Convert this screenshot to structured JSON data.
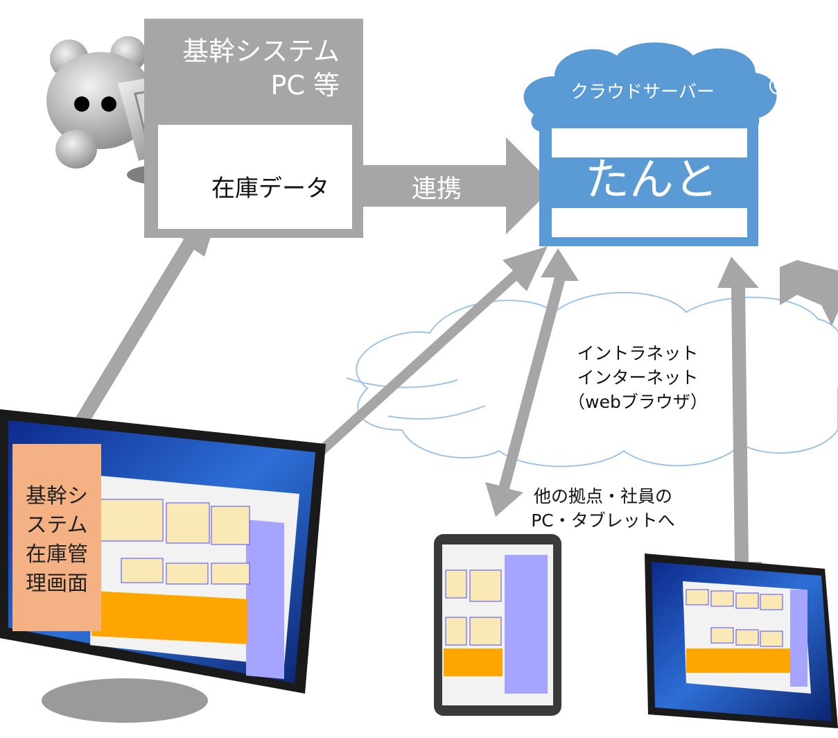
{
  "core_system": {
    "line1": "基幹システム",
    "line2": "PC 等",
    "data_label": "在庫データ"
  },
  "link_label": "連携",
  "cloud": {
    "label": "クラウドサーバー",
    "icon_text": "@"
  },
  "tanto_label": "たんと",
  "network": {
    "line1": "イントラネット",
    "line2": "インターネット",
    "line3": "（webブラウザ）"
  },
  "other_devices": {
    "line1": "他の拠点・社員の",
    "line2": "PC・タブレットへ"
  },
  "monitor_panel": {
    "line1": "基幹シ",
    "line2": "ステム",
    "line3": "在庫管",
    "line4": "理画面"
  },
  "colors": {
    "gray": "#a6a6a6",
    "blue": "#5b9bd5",
    "cloud_blue": "#5b9bd5",
    "orange_panel": "#f4b183",
    "screen_orange": "#ffa500",
    "screen_lavender": "#a5a5ff"
  }
}
